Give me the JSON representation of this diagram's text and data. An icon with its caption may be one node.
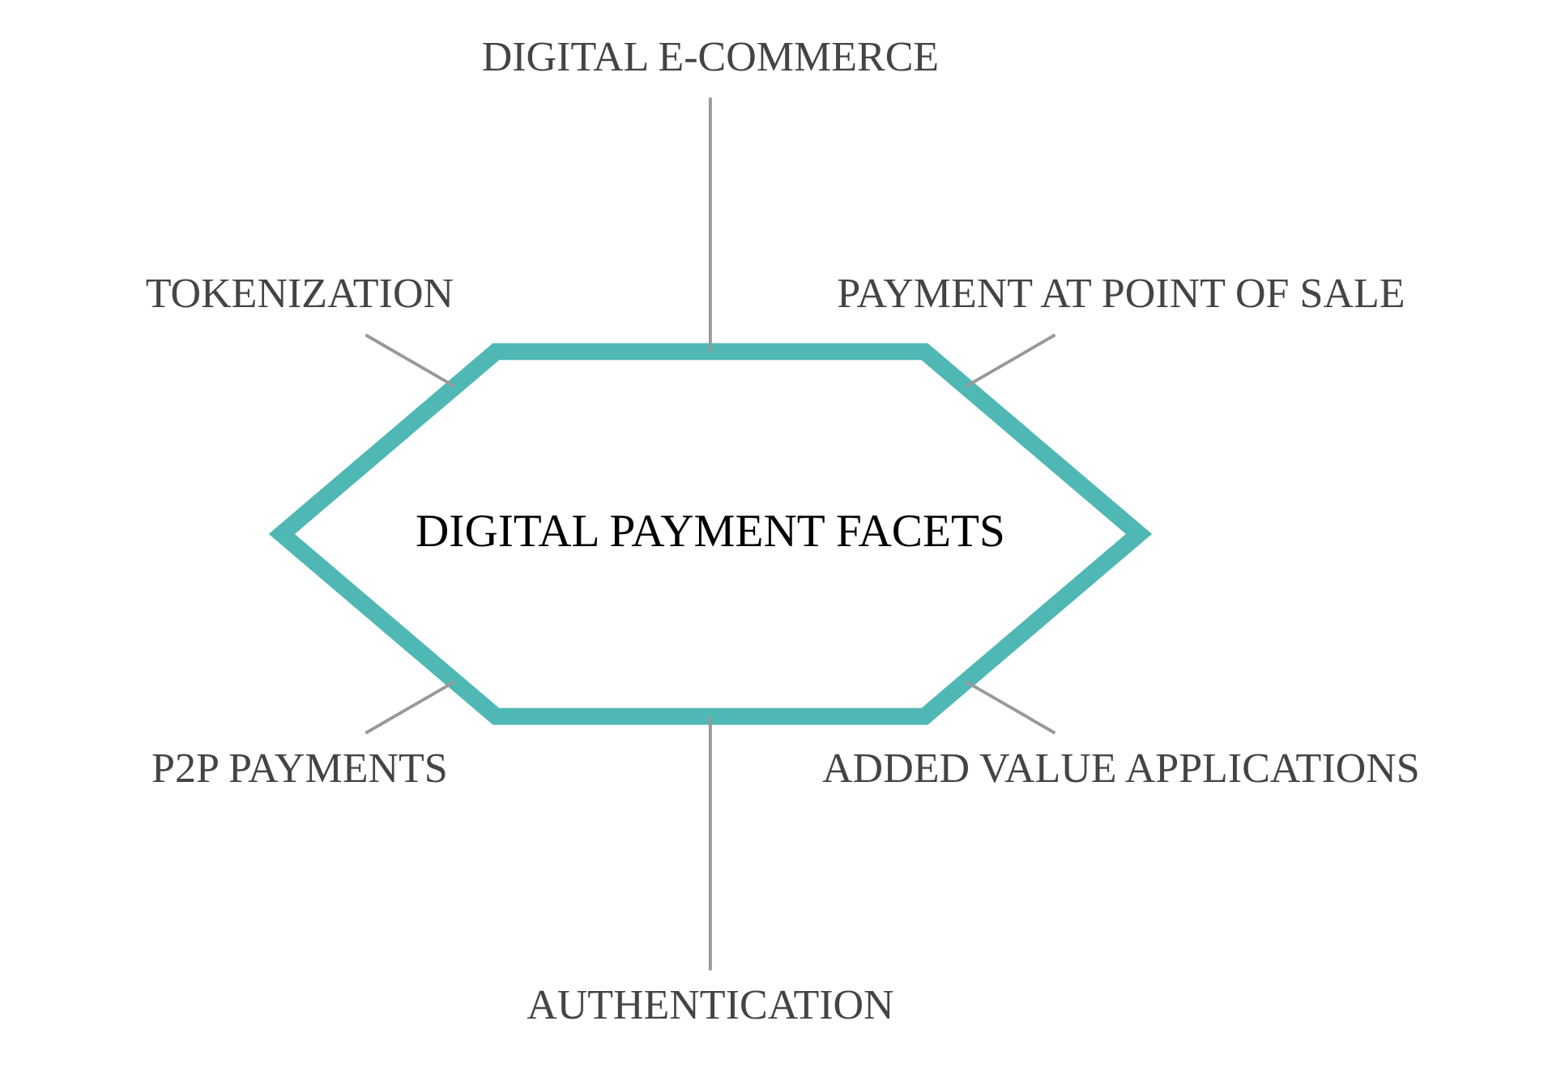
{
  "diagram": {
    "nodes": [
      {
        "text": [
          "PAYMENT AT POINT OF SALE"
        ]
      },
      {
        "text": [
          "DIGITAL E-COMMERCE"
        ]
      },
      {
        "text": [
          "TOKENIZATION"
        ]
      },
      {
        "text": [
          "DIGITAL PAYMENT FACETS"
        ]
      },
      {
        "text": [
          "P2P PAYMENTS"
        ]
      },
      {
        "text": [
          "AUTHENTICATION"
        ]
      },
      {
        "text": [
          "ADDED VALUE APPLICATIONS"
        ]
      }
    ],
    "edges": [
      {
        "from": 0,
        "to": 3,
        "arrow": "none"
      },
      {
        "from": 1,
        "to": 3,
        "arrow": "none"
      },
      {
        "from": 2,
        "to": 3,
        "arrow": "none"
      },
      {
        "from": 4,
        "to": 3,
        "arrow": "none"
      },
      {
        "from": 5,
        "to": 3,
        "arrow": "none"
      },
      {
        "from": 6,
        "to": 3,
        "arrow": "none"
      }
    ]
  }
}
